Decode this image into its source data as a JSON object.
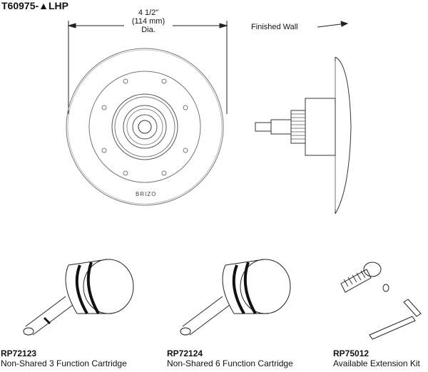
{
  "model": "T60975-▲LHP",
  "dimension": {
    "line1": "4 1/2\"",
    "line2": "(114 mm)",
    "line3": "Dia."
  },
  "finished_wall_label": "Finished Wall",
  "brand_mark": "BRIZO",
  "parts": [
    {
      "code": "RP72123",
      "description": "Non-Shared 3 Function Cartridge"
    },
    {
      "code": "RP72124",
      "description": "Non-Shared 6 Function Cartridge"
    },
    {
      "code": "RP75012",
      "description": "Available Extension Kit"
    }
  ]
}
